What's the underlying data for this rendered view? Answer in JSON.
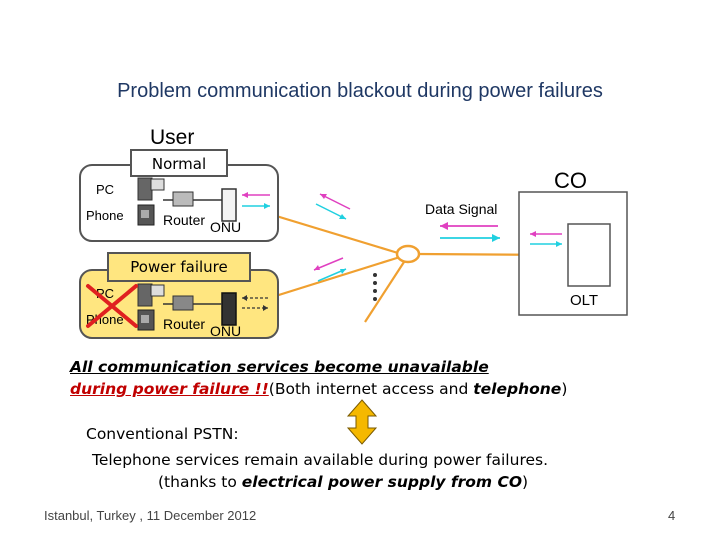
{
  "title": "Problem communication blackout during power failures",
  "diagram": {
    "user_label": "User",
    "normal_label": "Normal",
    "power_failure_label": "Power failure",
    "pc_label": "PC",
    "phone_label": "Phone",
    "router_label": "Router",
    "onu_label": "ONU",
    "co_label": "CO",
    "olt_label": "OLT",
    "data_signal_label": "Data Signal",
    "colors": {
      "normal_box": "#ffffff",
      "failure_box": "#ffe680",
      "fiber": "#f0a030",
      "signal_magenta": "#e040c0",
      "signal_cyan": "#20d0e0",
      "cross": "#e02020"
    }
  },
  "notes": {
    "line1": "All communication services become unavailable",
    "line2_red": "during power failure !!",
    "line2_paren_open": "(Both internet access and ",
    "line2_bold": "telephone",
    "line2_paren_close": ")",
    "pstn_heading": "Conventional PSTN:",
    "pstn_line1": "Telephone services remain available during power failures.",
    "pstn_line2_open": "(thanks to ",
    "pstn_line2_bold": "electrical power supply from CO",
    "pstn_line2_close": ")"
  },
  "footer": {
    "location_date": "Istanbul, Turkey , 11 December 2012",
    "page_number": "4"
  }
}
